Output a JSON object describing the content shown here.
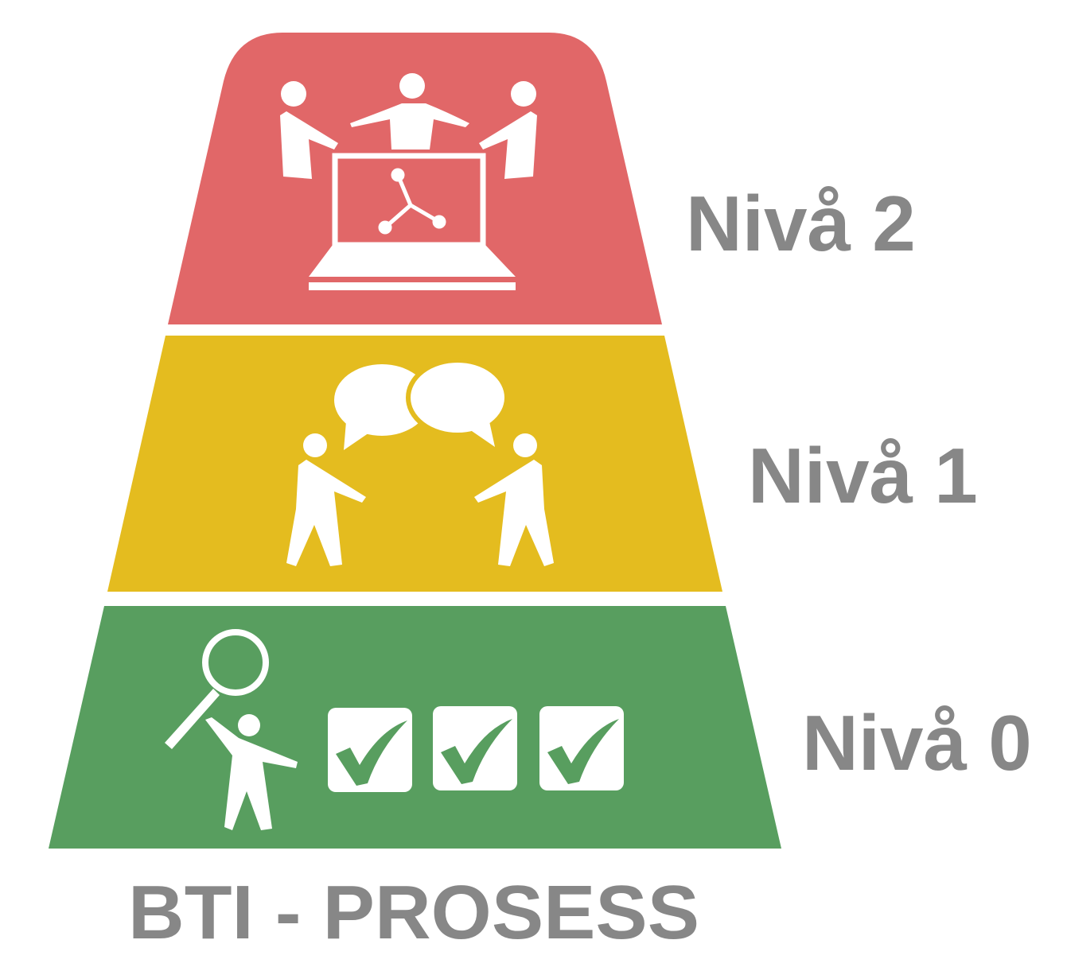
{
  "title": "BTI - PROSESS",
  "levels": [
    {
      "label": "Nivå 2",
      "color": "#E16768",
      "icon": "meeting-laptop-icon"
    },
    {
      "label": "Nivå 1",
      "color": "#E4BC1F",
      "icon": "conversation-icon"
    },
    {
      "label": "Nivå 0",
      "color": "#589E5F",
      "icon": "search-checklist-icon"
    }
  ],
  "text_color": "#878787"
}
